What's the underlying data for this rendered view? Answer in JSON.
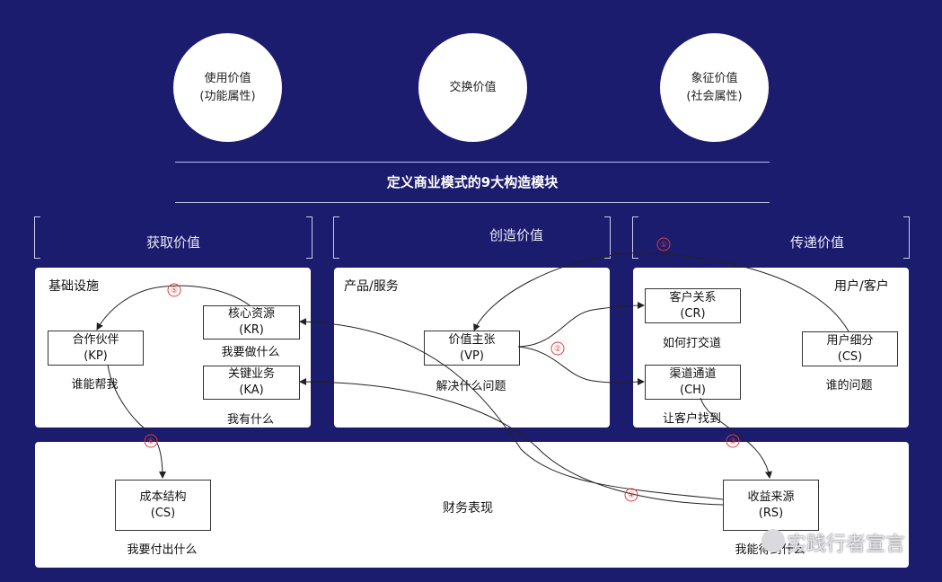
{
  "values": {
    "use_value": {
      "line1": "使用价值",
      "line2": "(功能属性)"
    },
    "exchange_value": {
      "line1": "交换价值"
    },
    "symbol_value": {
      "line1": "象征价值",
      "line2": "(社会属性)"
    }
  },
  "title": "定义商业模式的9大构造模块",
  "sections": {
    "get_value": "获取价值",
    "create_value": "创造价值",
    "deliver_value": "传递价值"
  },
  "panels": {
    "infrastructure": "基础设施",
    "product_service": "产品/服务",
    "customer": "用户/客户",
    "finance": "财务表现"
  },
  "blocks": {
    "kp": {
      "name": "合作伙伴",
      "code": "(KP)",
      "caption": "谁能帮我"
    },
    "kr": {
      "name": "核心资源",
      "code": "(KR)",
      "caption": "我要做什么"
    },
    "ka": {
      "name": "关键业务",
      "code": "(KA)",
      "caption": "我有什么"
    },
    "vp": {
      "name": "价值主张",
      "code": "(VP)",
      "caption": "解决什么问题"
    },
    "cr": {
      "name": "客户关系",
      "code": "(CR)",
      "caption": "如何打交道"
    },
    "ch": {
      "name": "渠道通道",
      "code": "(CH)",
      "caption": "让客户找到"
    },
    "cs_customer": {
      "name": "用户细分",
      "code": "(CS)",
      "caption": "谁的问题"
    },
    "cs_cost": {
      "name": "成本结构",
      "code": "(CS)",
      "caption": "我要付出什么"
    },
    "rs": {
      "name": "收益来源",
      "code": "(RS)",
      "caption": "我能得到什么"
    }
  },
  "steps": [
    "①",
    "②",
    "③",
    "④",
    "⑤",
    "⑥"
  ],
  "watermark": "实践行者宣言",
  "colors": {
    "background": "#1b1c6e",
    "step_marker": "#e23b3b",
    "arrow": "#222222"
  }
}
